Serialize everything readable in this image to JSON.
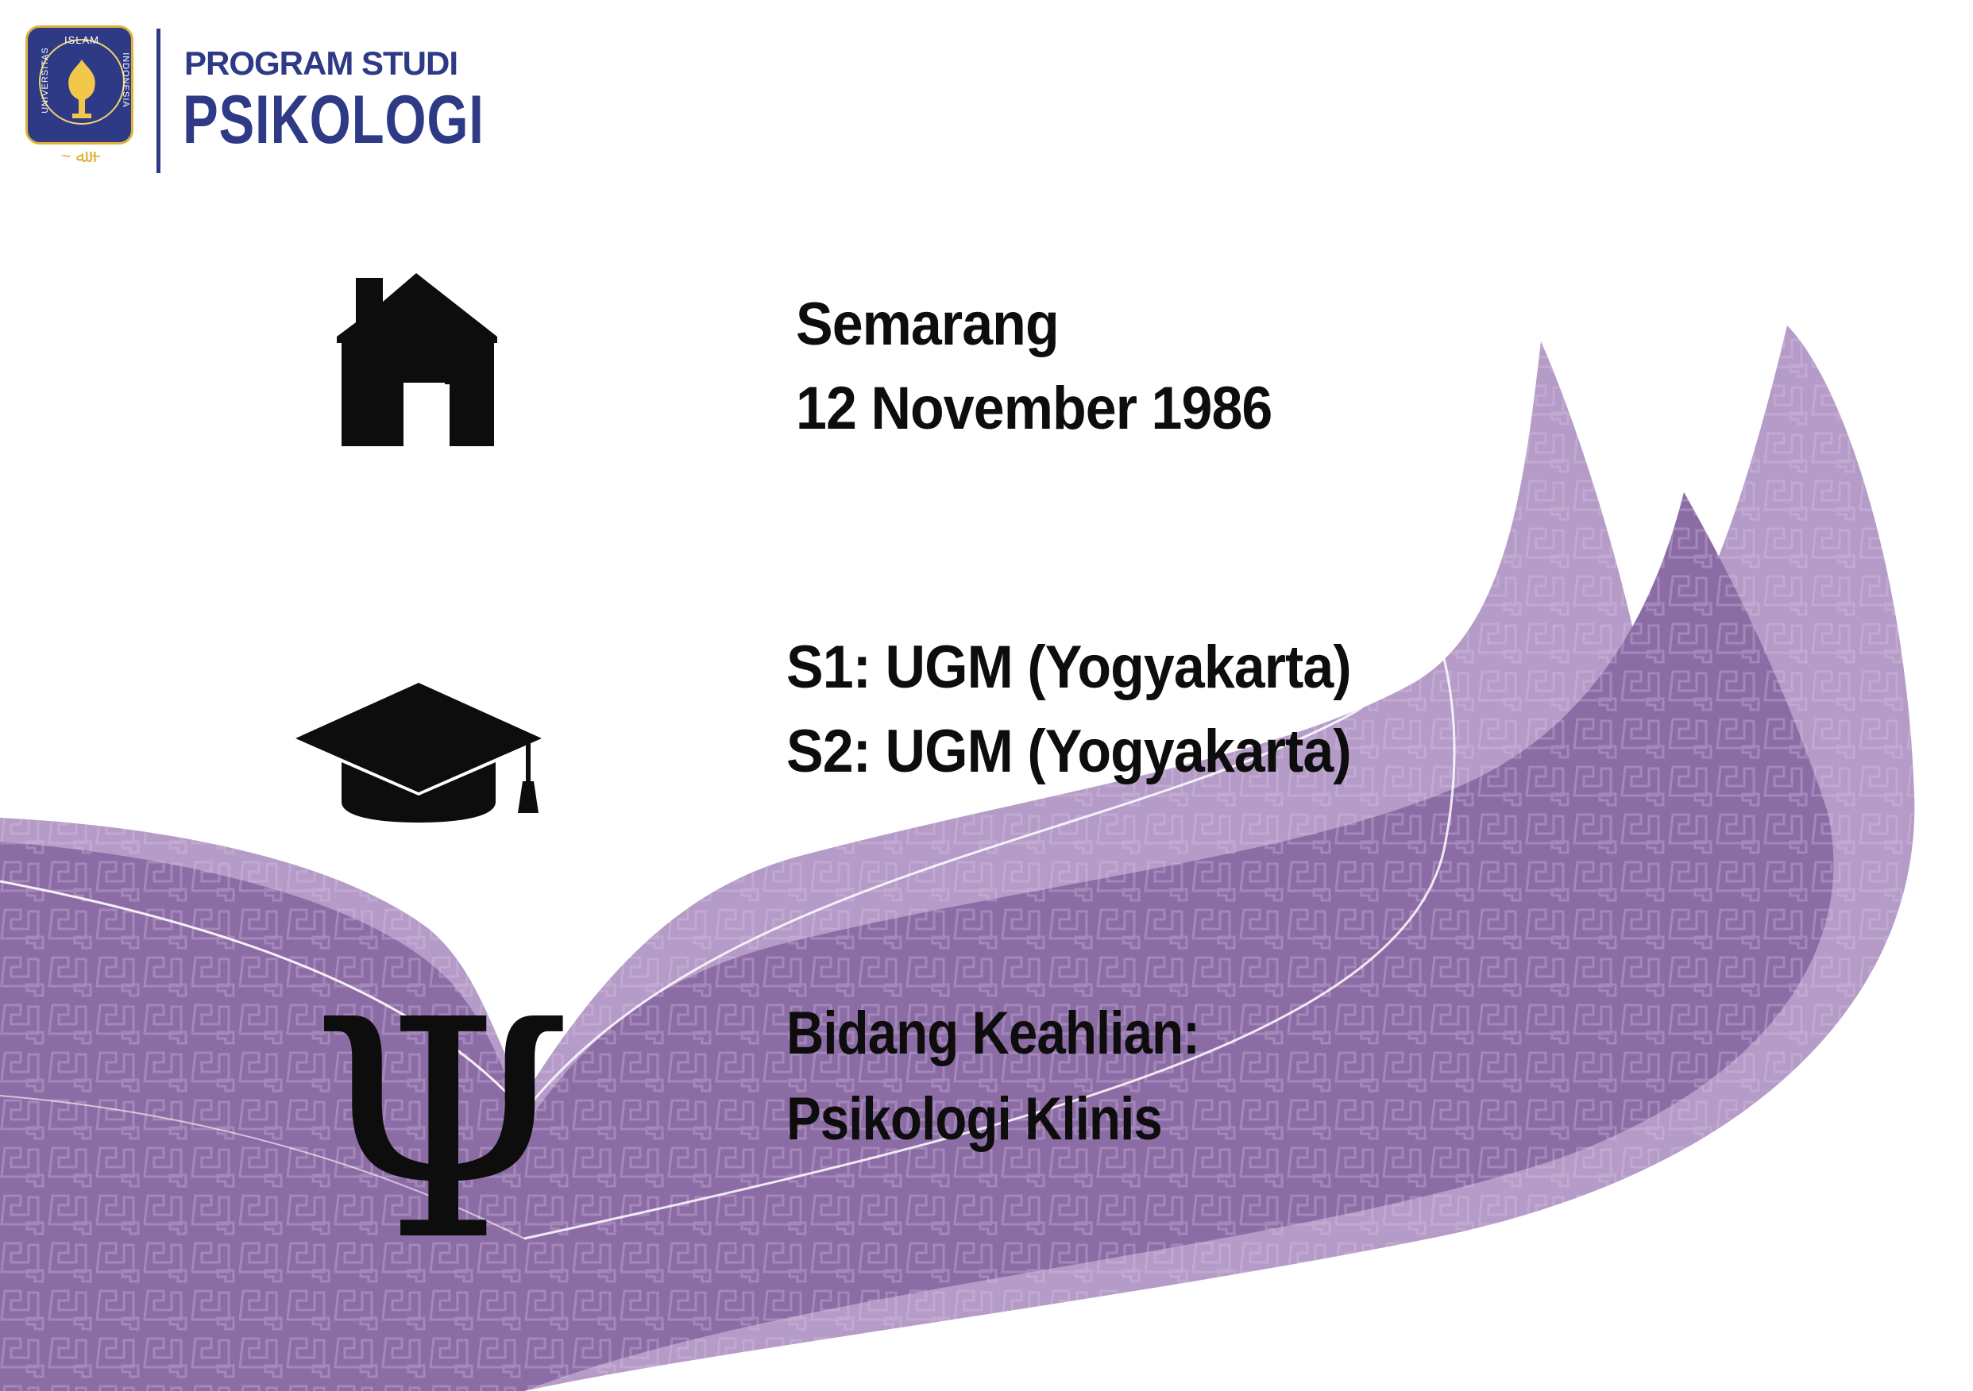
{
  "logo": {
    "emblem_top": "ISLAM",
    "emblem_left": "UNIVERSITAS",
    "emblem_right": "INDONESIA",
    "program_label": "PROGRAM STUDI",
    "program_name": "PSIKOLOGI",
    "colors": {
      "navy": "#2e3a86",
      "gold": "#e0b23a"
    }
  },
  "icons": {
    "birthplace": "house-icon",
    "education": "graduation-cap-icon",
    "expertise": "psi-symbol-icon",
    "psi_glyph": "Ψ"
  },
  "birth": {
    "place": "Semarang",
    "date": "12 November  1986"
  },
  "education": {
    "s1": "S1: UGM (Yogyakarta)",
    "s2": "S2: UGM (Yogyakarta)"
  },
  "expertise": {
    "label": "Bidang Keahlian:",
    "value": "Psikologi Klinis"
  },
  "theme": {
    "purple_light": "#b69ac8",
    "purple_main": "#8b6aa3",
    "purple_dark": "#7a5893",
    "text": "#0d0d0d"
  }
}
